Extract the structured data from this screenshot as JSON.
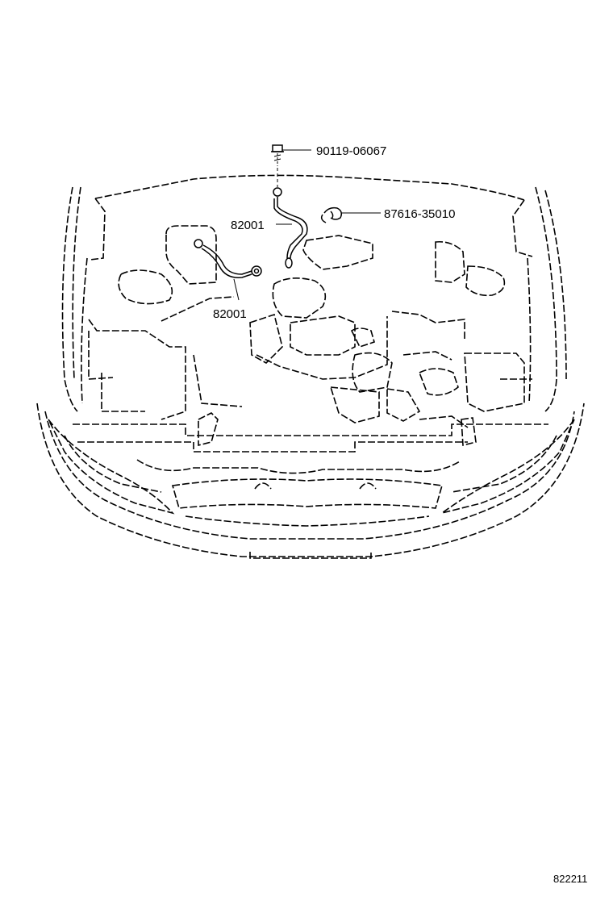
{
  "parts": {
    "bolt": "90119-06067",
    "clamp": "87616-35010",
    "strap_upper": "82001",
    "strap_lower": "82001"
  },
  "reference_code": "822211"
}
